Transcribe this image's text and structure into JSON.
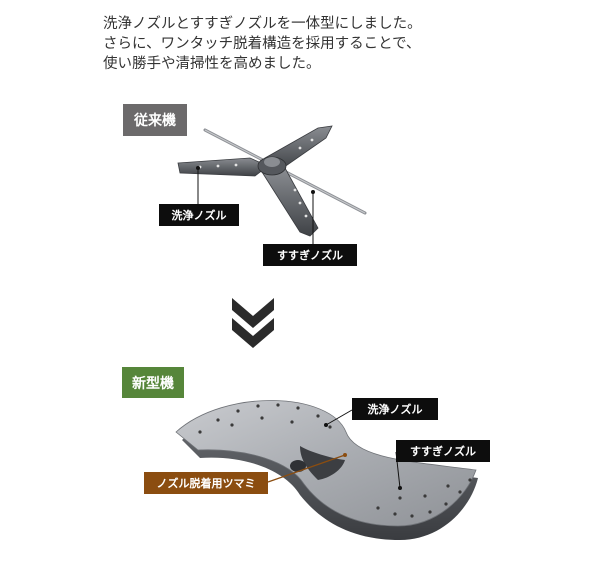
{
  "intro": {
    "line1": "洗浄ノズルとすすぎノズルを一体型にしました。",
    "line2": "さらに、ワンタッチ脱着構造を採用することで、",
    "line3": "使い勝手や清掃性を高めました。"
  },
  "old_model": {
    "badge": "従来機",
    "wash_label": "洗浄ノズル",
    "rinse_label": "すすぎノズル"
  },
  "new_model": {
    "badge": "新型機",
    "wash_label": "洗浄ノズル",
    "rinse_label": "すすぎノズル",
    "knob_label": "ノズル脱着用ツマミ"
  },
  "colors": {
    "old_badge": "#6c6a6b",
    "new_badge": "#56863a",
    "label_black": "#0d0d0d",
    "label_brown": "#8b4d10",
    "arrow": "#2b2b2b"
  }
}
